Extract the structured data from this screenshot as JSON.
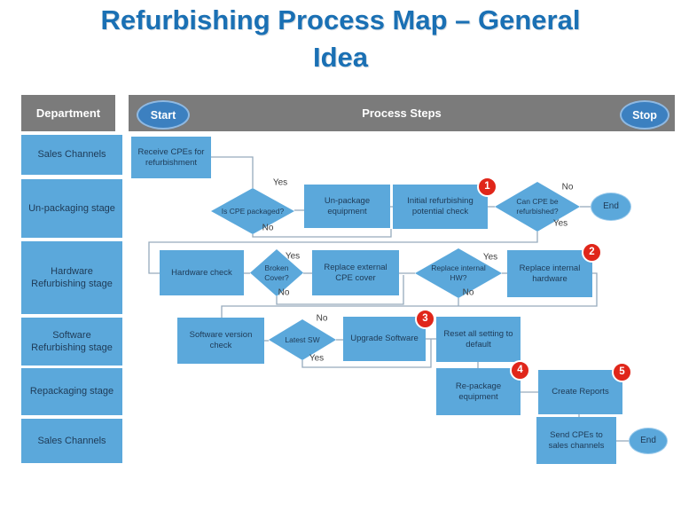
{
  "title": {
    "line1": "Refurbishing Process Map – General",
    "line2": "Idea"
  },
  "header": {
    "department": "Department",
    "process": "Process Steps",
    "start": "Start",
    "stop": "Stop"
  },
  "departments": [
    "Sales Channels",
    "Un-packaging stage",
    "Hardware Refurbishing stage",
    "Software Refurbishing stage",
    "Repackaging stage",
    "Sales Channels"
  ],
  "nodes": [
    {
      "id": "receive",
      "type": "process",
      "label": "Receive CPEs for refurbishment"
    },
    {
      "id": "is_packaged",
      "type": "decision",
      "label": "Is CPE packaged?"
    },
    {
      "id": "unpackage",
      "type": "process",
      "label": "Un-package equipment"
    },
    {
      "id": "initial_check",
      "type": "process",
      "label": "Initial refurbishing potential check",
      "badge": "1"
    },
    {
      "id": "can_refurbished",
      "type": "decision",
      "label": "Can CPE be refurbished?"
    },
    {
      "id": "end_top",
      "type": "terminator",
      "label": "End"
    },
    {
      "id": "hardware_check",
      "type": "process",
      "label": "Hardware check"
    },
    {
      "id": "broken_cover",
      "type": "decision",
      "label": "Broken Cover?"
    },
    {
      "id": "replace_external",
      "type": "process",
      "label": "Replace external CPE cover"
    },
    {
      "id": "replace_internal_q",
      "type": "decision",
      "label": "Replace internal HW?"
    },
    {
      "id": "replace_internal",
      "type": "process",
      "label": "Replace internal hardware",
      "badge": "2"
    },
    {
      "id": "software_check",
      "type": "process",
      "label": "Software version check"
    },
    {
      "id": "latest_sw",
      "type": "decision",
      "label": "Latest SW"
    },
    {
      "id": "upgrade_sw",
      "type": "process",
      "label": "Upgrade Software",
      "badge": "3"
    },
    {
      "id": "reset_default",
      "type": "process",
      "label": "Reset all setting to default"
    },
    {
      "id": "repackage",
      "type": "process",
      "label": "Re-package equipment",
      "badge": "4"
    },
    {
      "id": "create_reports",
      "type": "process",
      "label": "Create Reports",
      "badge": "5"
    },
    {
      "id": "send_cpes",
      "type": "process",
      "label": "Send CPEs to sales channels"
    },
    {
      "id": "end_bottom",
      "type": "terminator",
      "label": "End"
    }
  ],
  "edge_labels": [
    {
      "id": "pk_yes",
      "text": "Yes"
    },
    {
      "id": "pk_no",
      "text": "No"
    },
    {
      "id": "rf_no",
      "text": "No"
    },
    {
      "id": "rf_yes",
      "text": "Yes"
    },
    {
      "id": "bc_yes",
      "text": "Yes"
    },
    {
      "id": "bc_no",
      "text": "No"
    },
    {
      "id": "ih_yes",
      "text": "Yes"
    },
    {
      "id": "ih_no",
      "text": "No"
    },
    {
      "id": "sw_no",
      "text": "No"
    },
    {
      "id": "sw_yes",
      "text": "Yes"
    }
  ],
  "colors": {
    "title_blue": "#1A70B4",
    "shape_blue": "#5BA8DB",
    "header_gray": "#7B7B7B",
    "badge_red": "#E0261A",
    "terminator_blue": "#3C80C0",
    "connector_gray": "#96ABBC",
    "shape_text": "#1E3A56"
  }
}
